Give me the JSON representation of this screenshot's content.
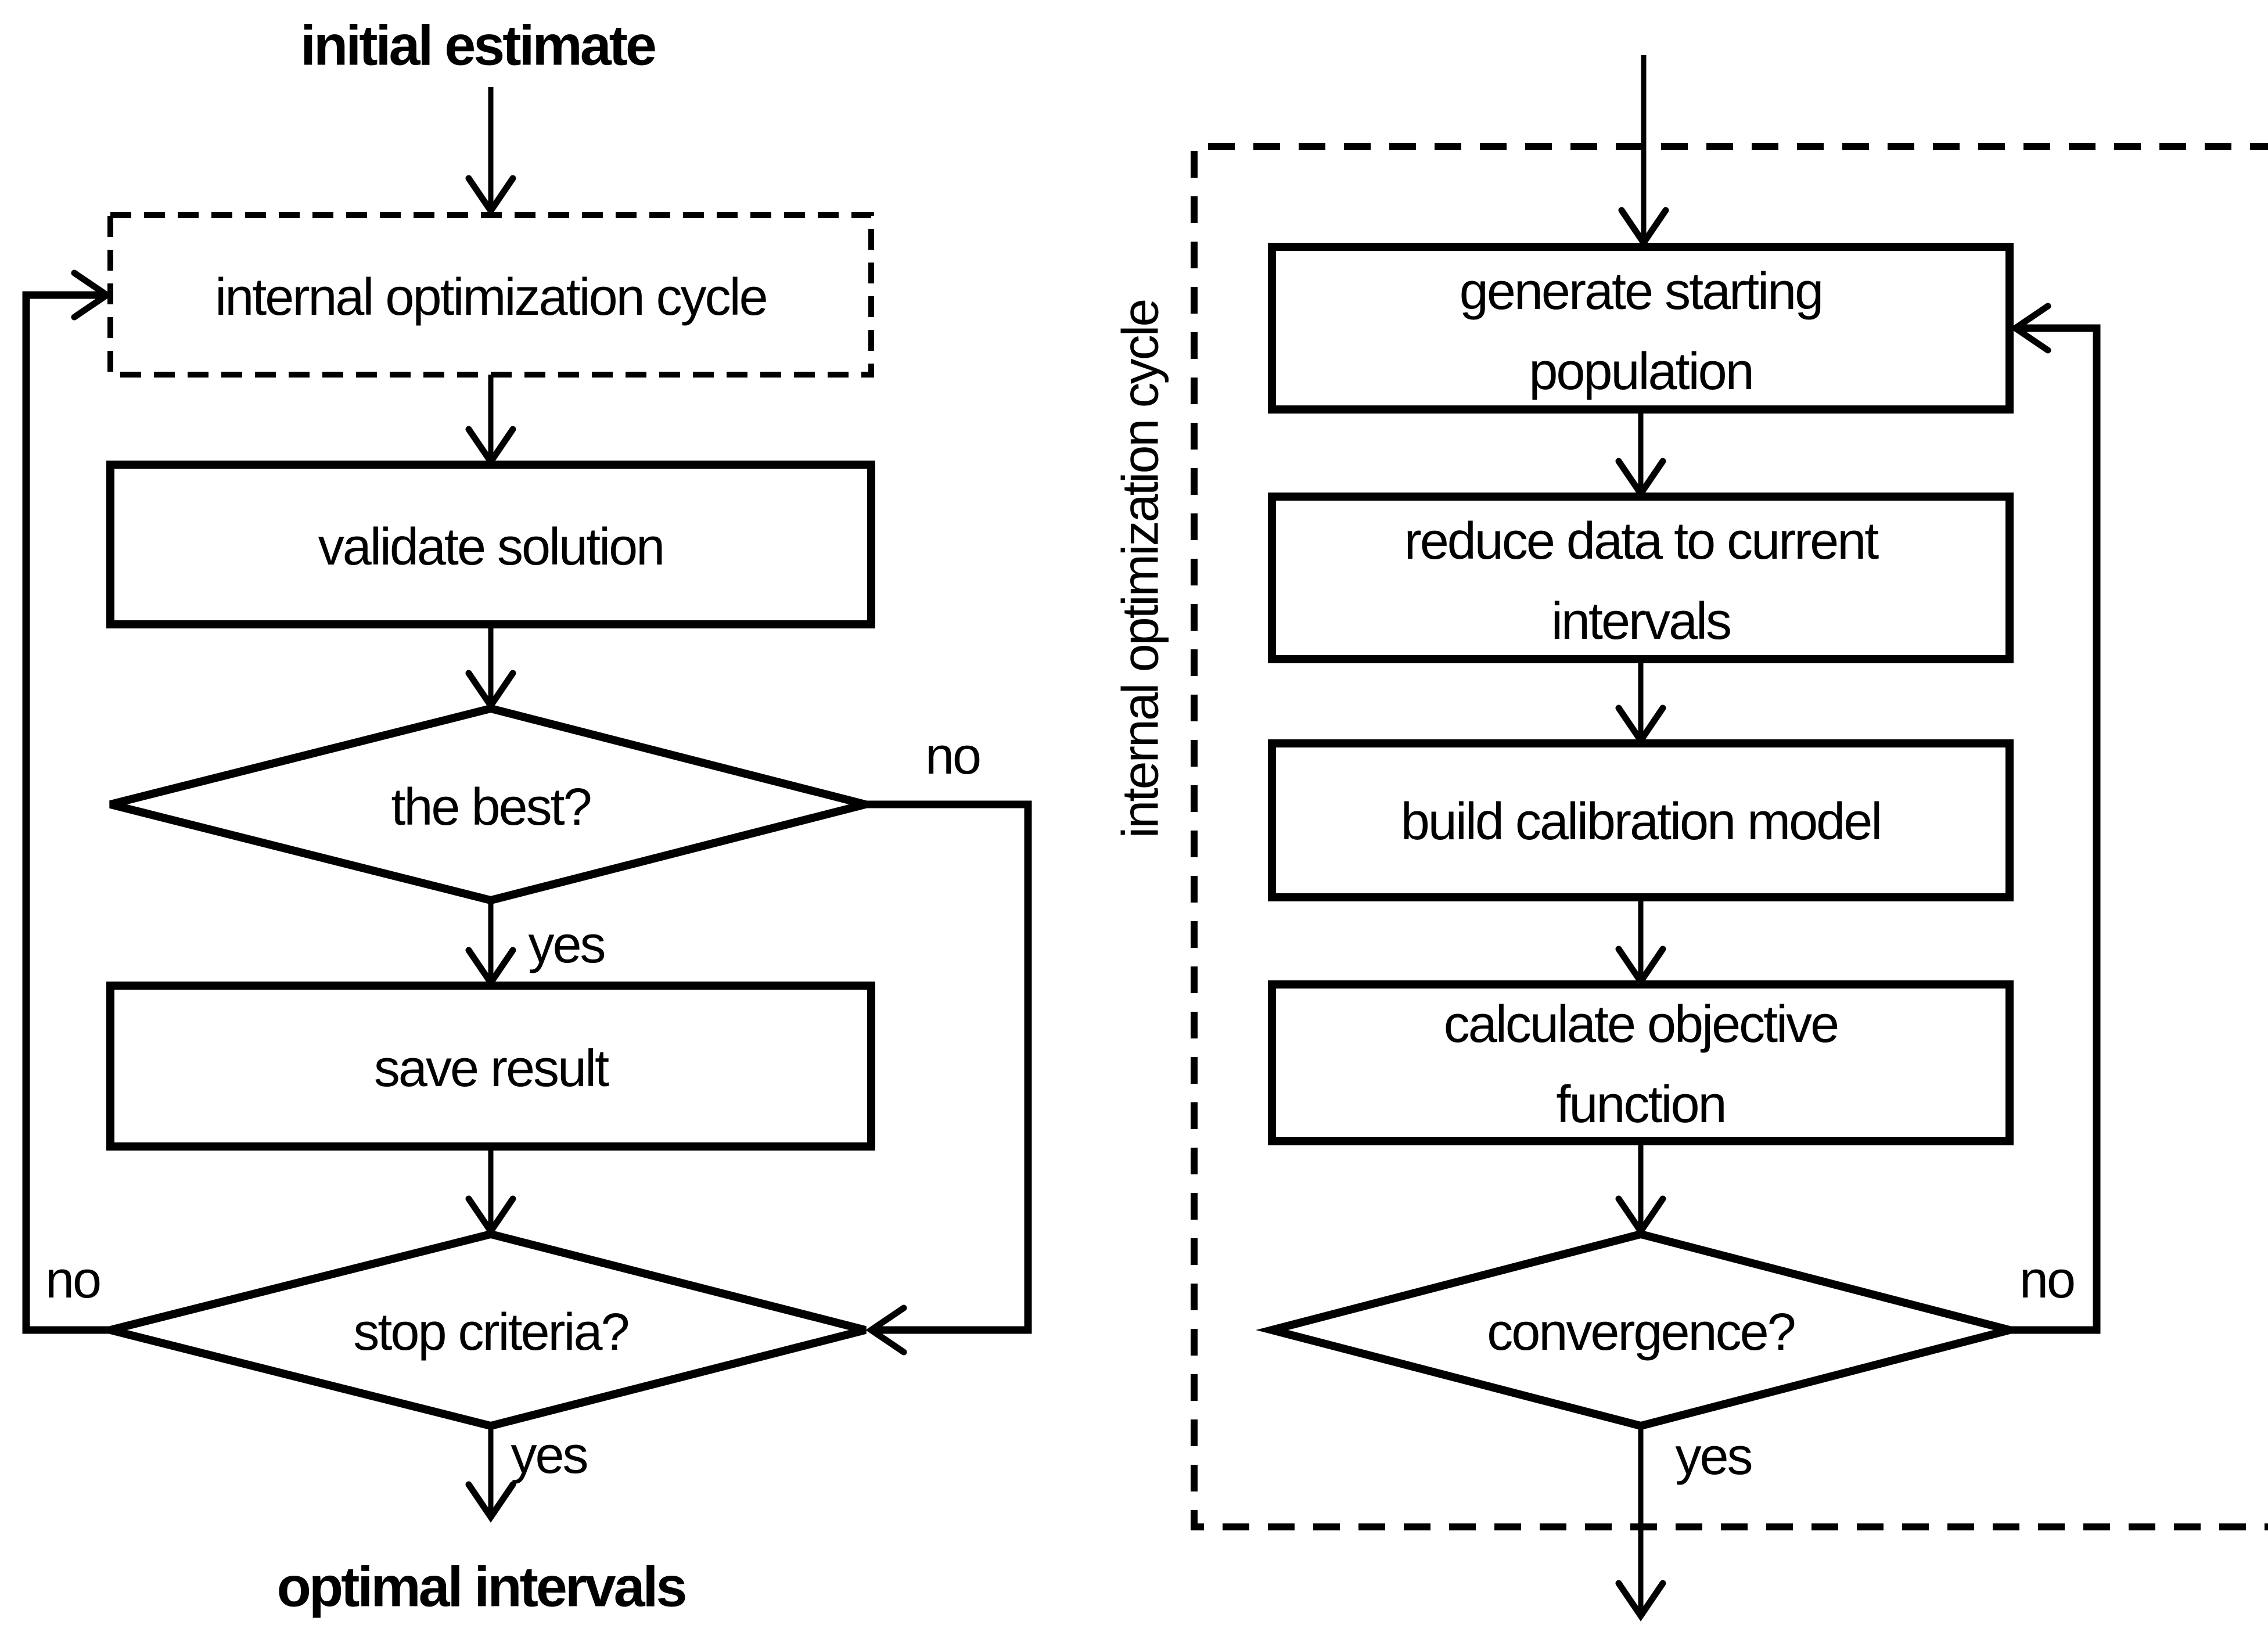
{
  "colors": {
    "ink": "#000000",
    "bg": "#ffffff"
  },
  "left": {
    "title": "initial estimate",
    "cycle_box": "internal optimization cycle",
    "validate_box": "validate solution",
    "best_decision": "the best?",
    "best_no": "no",
    "best_yes": "yes",
    "save_box": "save result",
    "stop_decision": "stop criteria?",
    "stop_no": "no",
    "stop_yes": "yes",
    "result": "optimal intervals"
  },
  "right": {
    "frame_label": "internal optimization cycle",
    "generate_box": {
      "line1": "generate starting",
      "line2": "population"
    },
    "reduce_box": {
      "line1": "reduce data to current",
      "line2": "intervals"
    },
    "build_box": "build calibration model",
    "objective_box": {
      "line1": "calculate objective",
      "line2": "function"
    },
    "convergence_decision": "convergence?",
    "convergence_no": "no",
    "convergence_yes": "yes"
  }
}
